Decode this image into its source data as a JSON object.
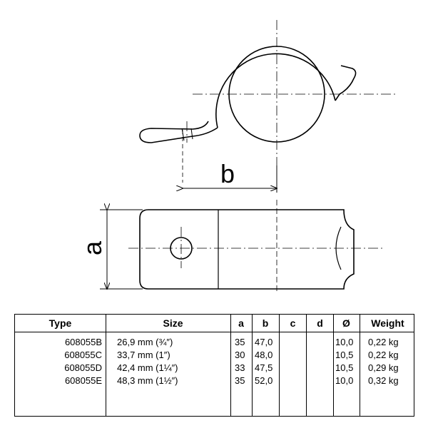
{
  "drawing": {
    "dimension_b": "b",
    "dimension_a": "a"
  },
  "table": {
    "headers": [
      "Type",
      "Size",
      "a",
      "b",
      "c",
      "d",
      "Ø",
      "Weight"
    ],
    "rows": [
      {
        "type": "608055B",
        "size": "26,9 mm (¾″)",
        "a": "35",
        "b": "47,0",
        "c": "",
        "d": "",
        "o": "10,0",
        "weight": "0,22 kg"
      },
      {
        "type": "608055C",
        "size": "33,7 mm (1″)",
        "a": "30",
        "b": "48,0",
        "c": "",
        "d": "",
        "o": "10,5",
        "weight": "0,22 kg"
      },
      {
        "type": "608055D",
        "size": "42,4 mm (1¼″)",
        "a": "33",
        "b": "47,5",
        "c": "",
        "d": "",
        "o": "10,5",
        "weight": "0,29 kg"
      },
      {
        "type": "608055E",
        "size": "48,3 mm (1½″)",
        "a": "35",
        "b": "52,0",
        "c": "",
        "d": "",
        "o": "10,0",
        "weight": "0,32 kg"
      }
    ]
  }
}
